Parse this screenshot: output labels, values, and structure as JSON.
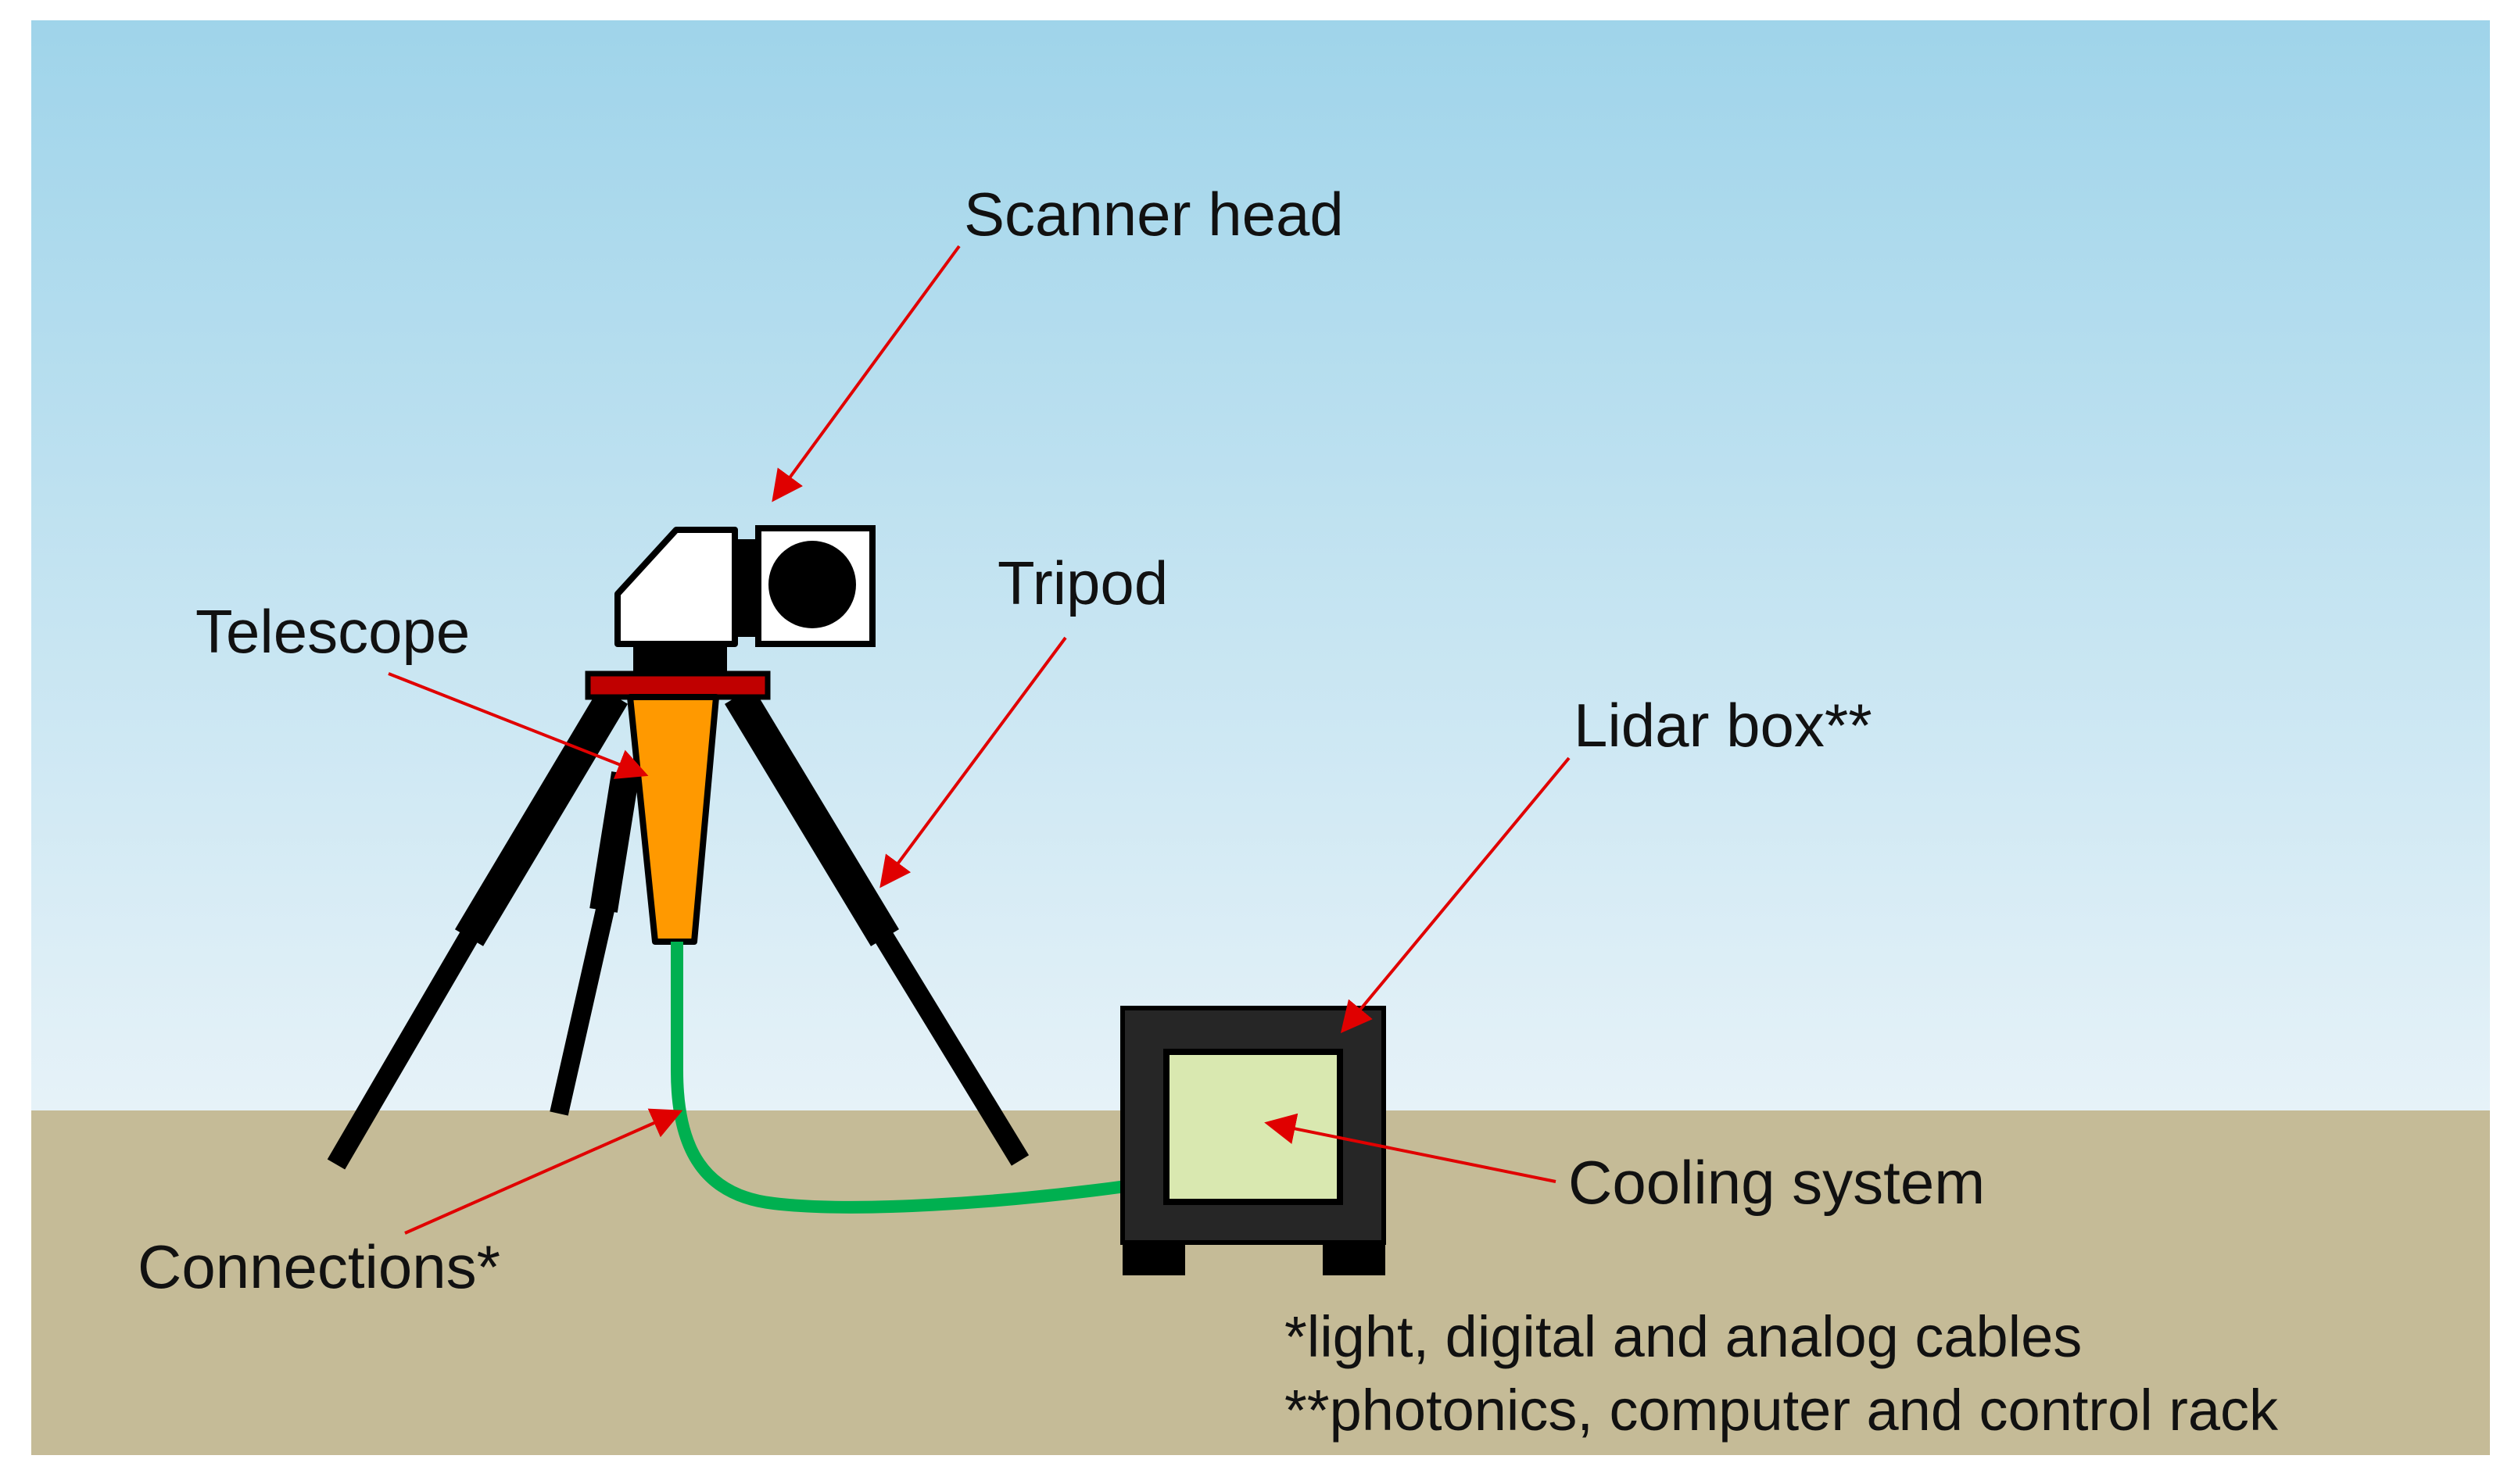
{
  "labels": {
    "scanner_head": "Scanner head",
    "tripod": "Tripod",
    "telescope": "Telescope",
    "lidar_box": "Lidar box**",
    "cooling_system": "Cooling system",
    "connections": "Connections*"
  },
  "notes": {
    "cables": "*light, digital and analog cables",
    "rack": "**photonics, computer and control rack"
  },
  "colors": {
    "sky_top": "#9fd4ea",
    "sky_bottom": "#e6f2f8",
    "ground": "#c5bb97",
    "arrow": "#e00000",
    "telescope_body": "#ff9900",
    "mount_plate": "#c00000",
    "cable": "#00b050",
    "cooling_panel": "#d9e8b0",
    "box_frame": "#262626"
  }
}
